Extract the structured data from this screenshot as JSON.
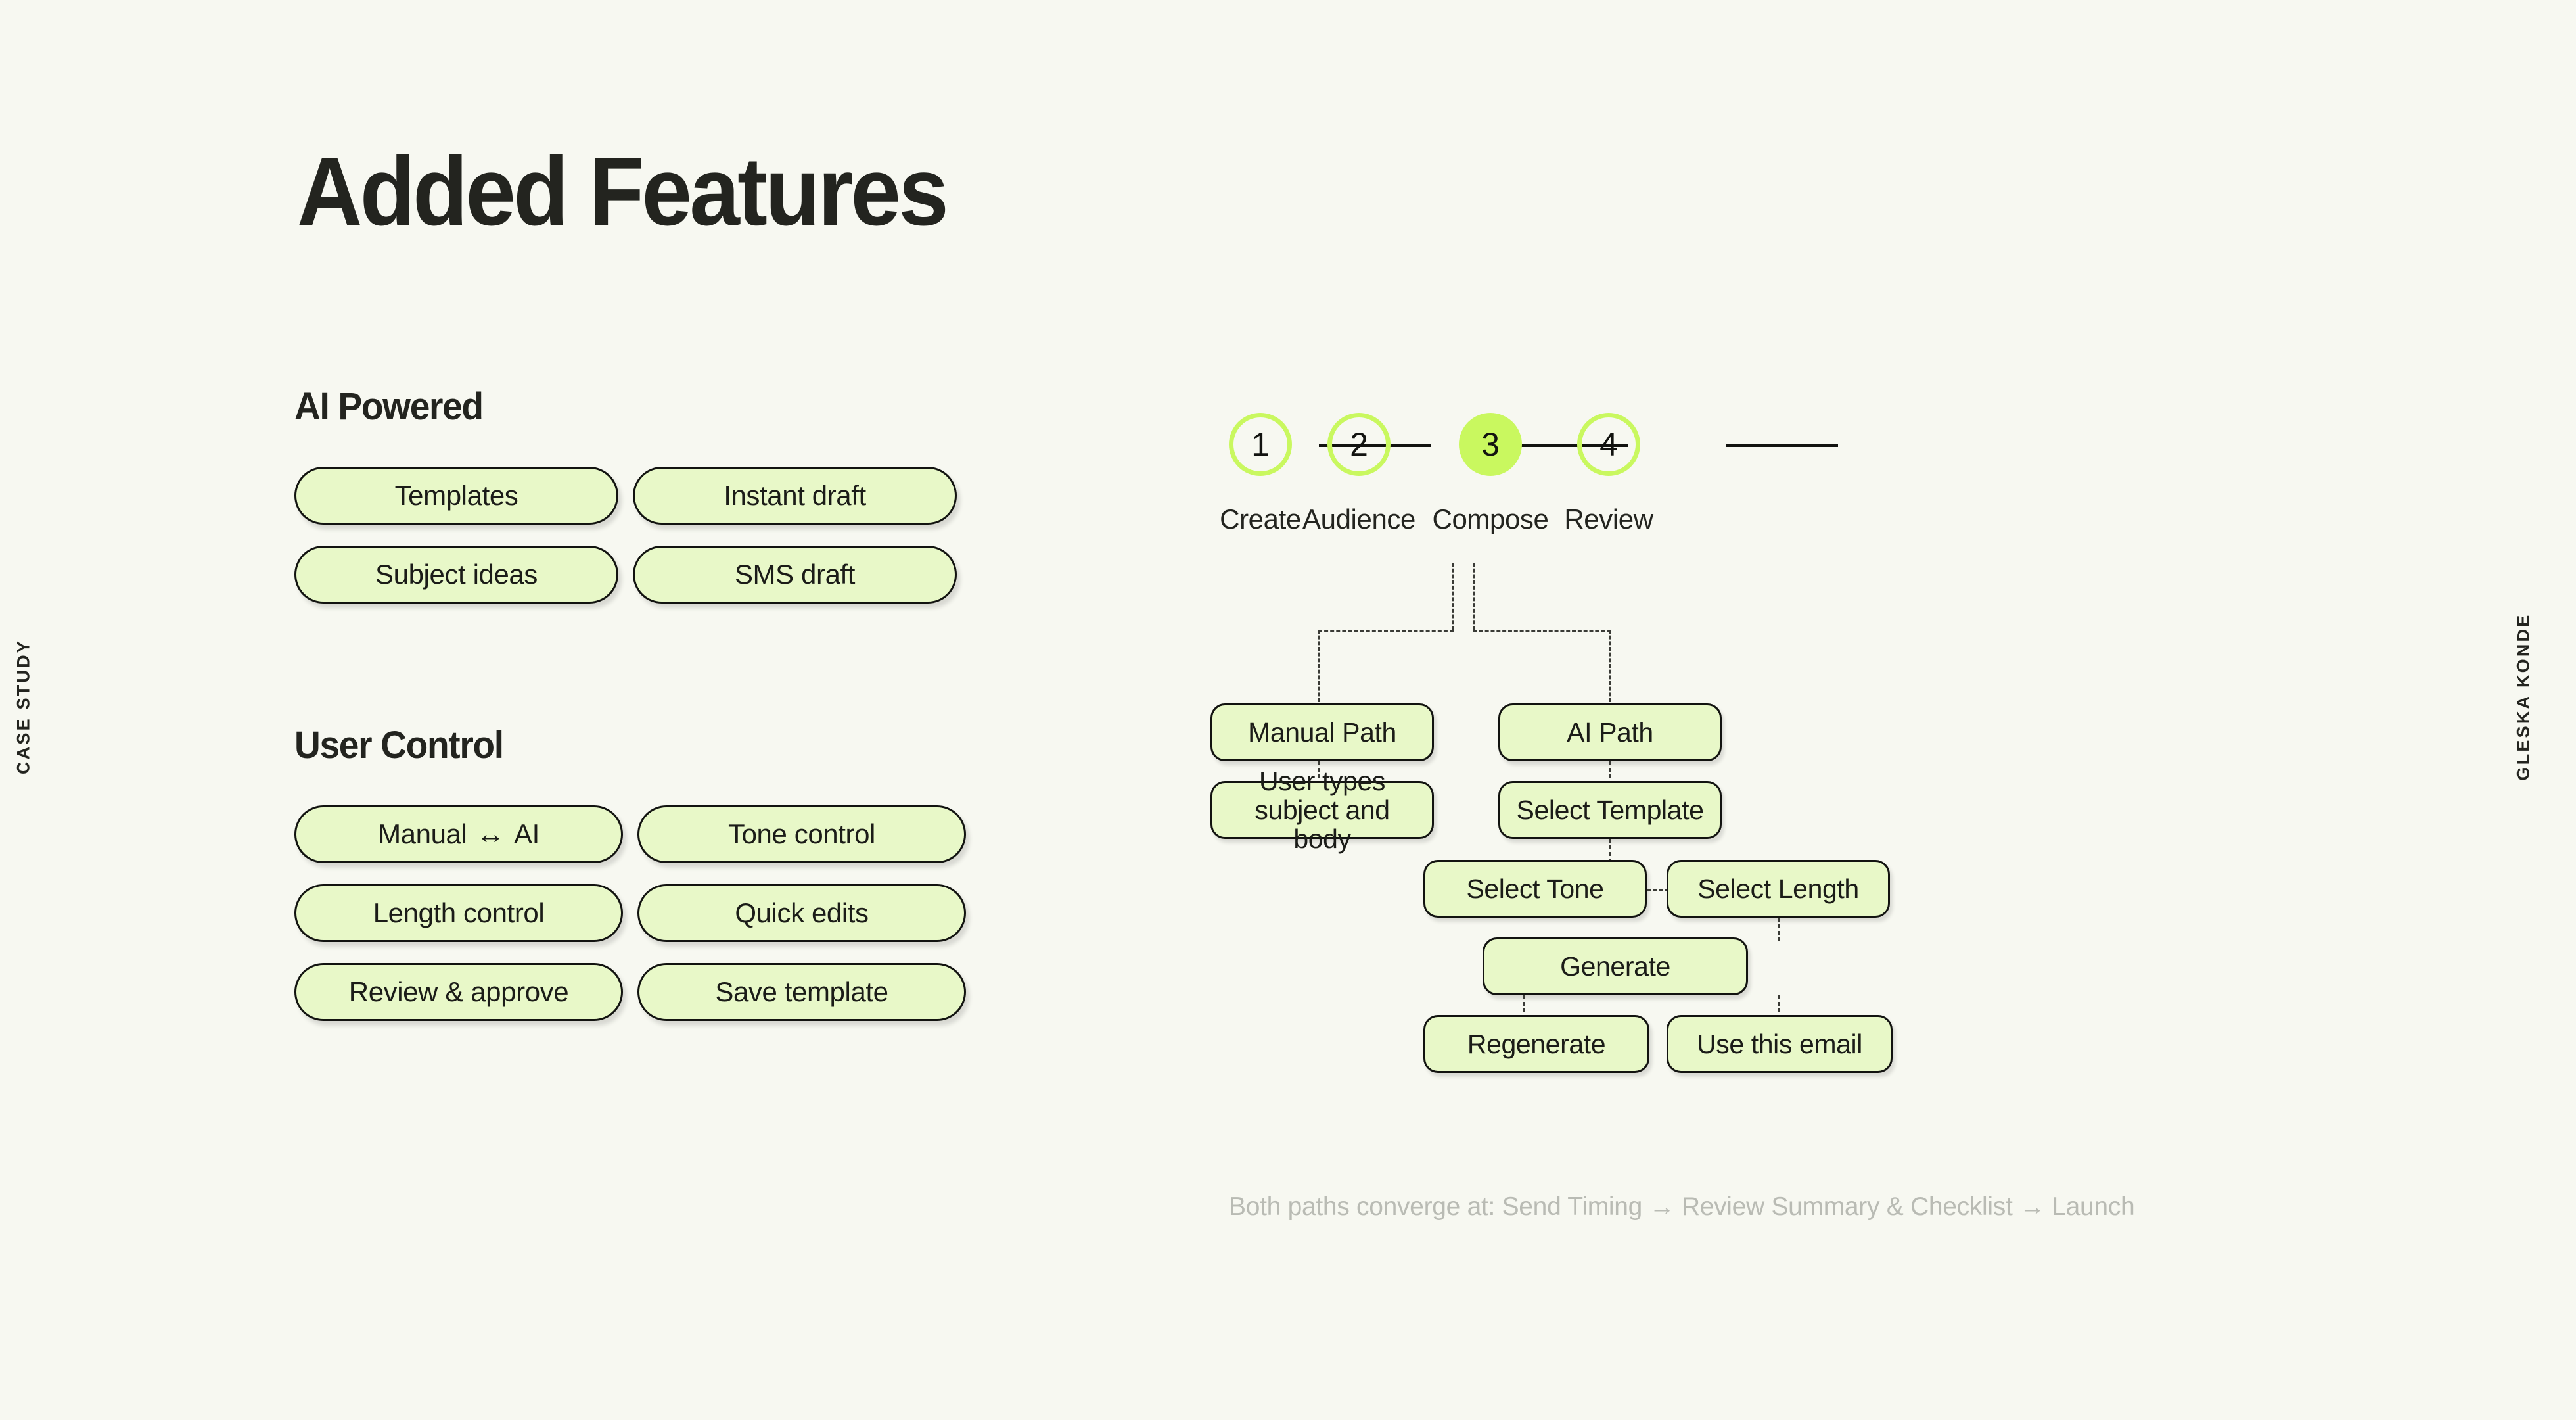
{
  "slide": {
    "title": "Added Features",
    "side_label_left": "CASE STUDY",
    "side_label_right": "GLESKA KONDE",
    "background_color": "#f7f8f1",
    "accent_color": "#c9f85f",
    "pill_fill_color": "#e8f8c8",
    "text_color": "#23241f"
  },
  "left_panel": {
    "sections": [
      {
        "heading": "AI Powered",
        "pills": [
          {
            "label": "Templates"
          },
          {
            "label": "Instant draft"
          },
          {
            "label": "Subject ideas"
          },
          {
            "label": "SMS draft"
          }
        ]
      },
      {
        "heading": "User Control",
        "pills": [
          {
            "label_before": "Manual",
            "arrow": "↔",
            "label_after": "AI"
          },
          {
            "label": "Tone control"
          },
          {
            "label": "Length control"
          },
          {
            "label": "Quick edits"
          },
          {
            "label": "Review & approve"
          },
          {
            "label": "Save template"
          }
        ]
      }
    ]
  },
  "right_panel": {
    "stepper": {
      "steps": [
        {
          "number": "1",
          "label": "Create",
          "active": false
        },
        {
          "number": "2",
          "label": "Audience",
          "active": false
        },
        {
          "number": "3",
          "label": "Compose",
          "active": true
        },
        {
          "number": "4",
          "label": "Review",
          "active": false
        }
      ]
    },
    "flow": {
      "nodes": [
        {
          "id": "manual-path",
          "label": "Manual Path"
        },
        {
          "id": "user-types",
          "label": "User types subject and body"
        },
        {
          "id": "ai-path",
          "label": "AI Path"
        },
        {
          "id": "select-template",
          "label": "Select Template"
        },
        {
          "id": "select-tone",
          "label": "Select Tone"
        },
        {
          "id": "select-length",
          "label": "Select Length"
        },
        {
          "id": "generate",
          "label": "Generate"
        },
        {
          "id": "regenerate",
          "label": "Regenerate"
        },
        {
          "id": "use-this-email",
          "label": "Use this email"
        }
      ]
    },
    "footnote": "Both paths converge at: Send Timing → Review Summary & Checklist → Launch"
  }
}
